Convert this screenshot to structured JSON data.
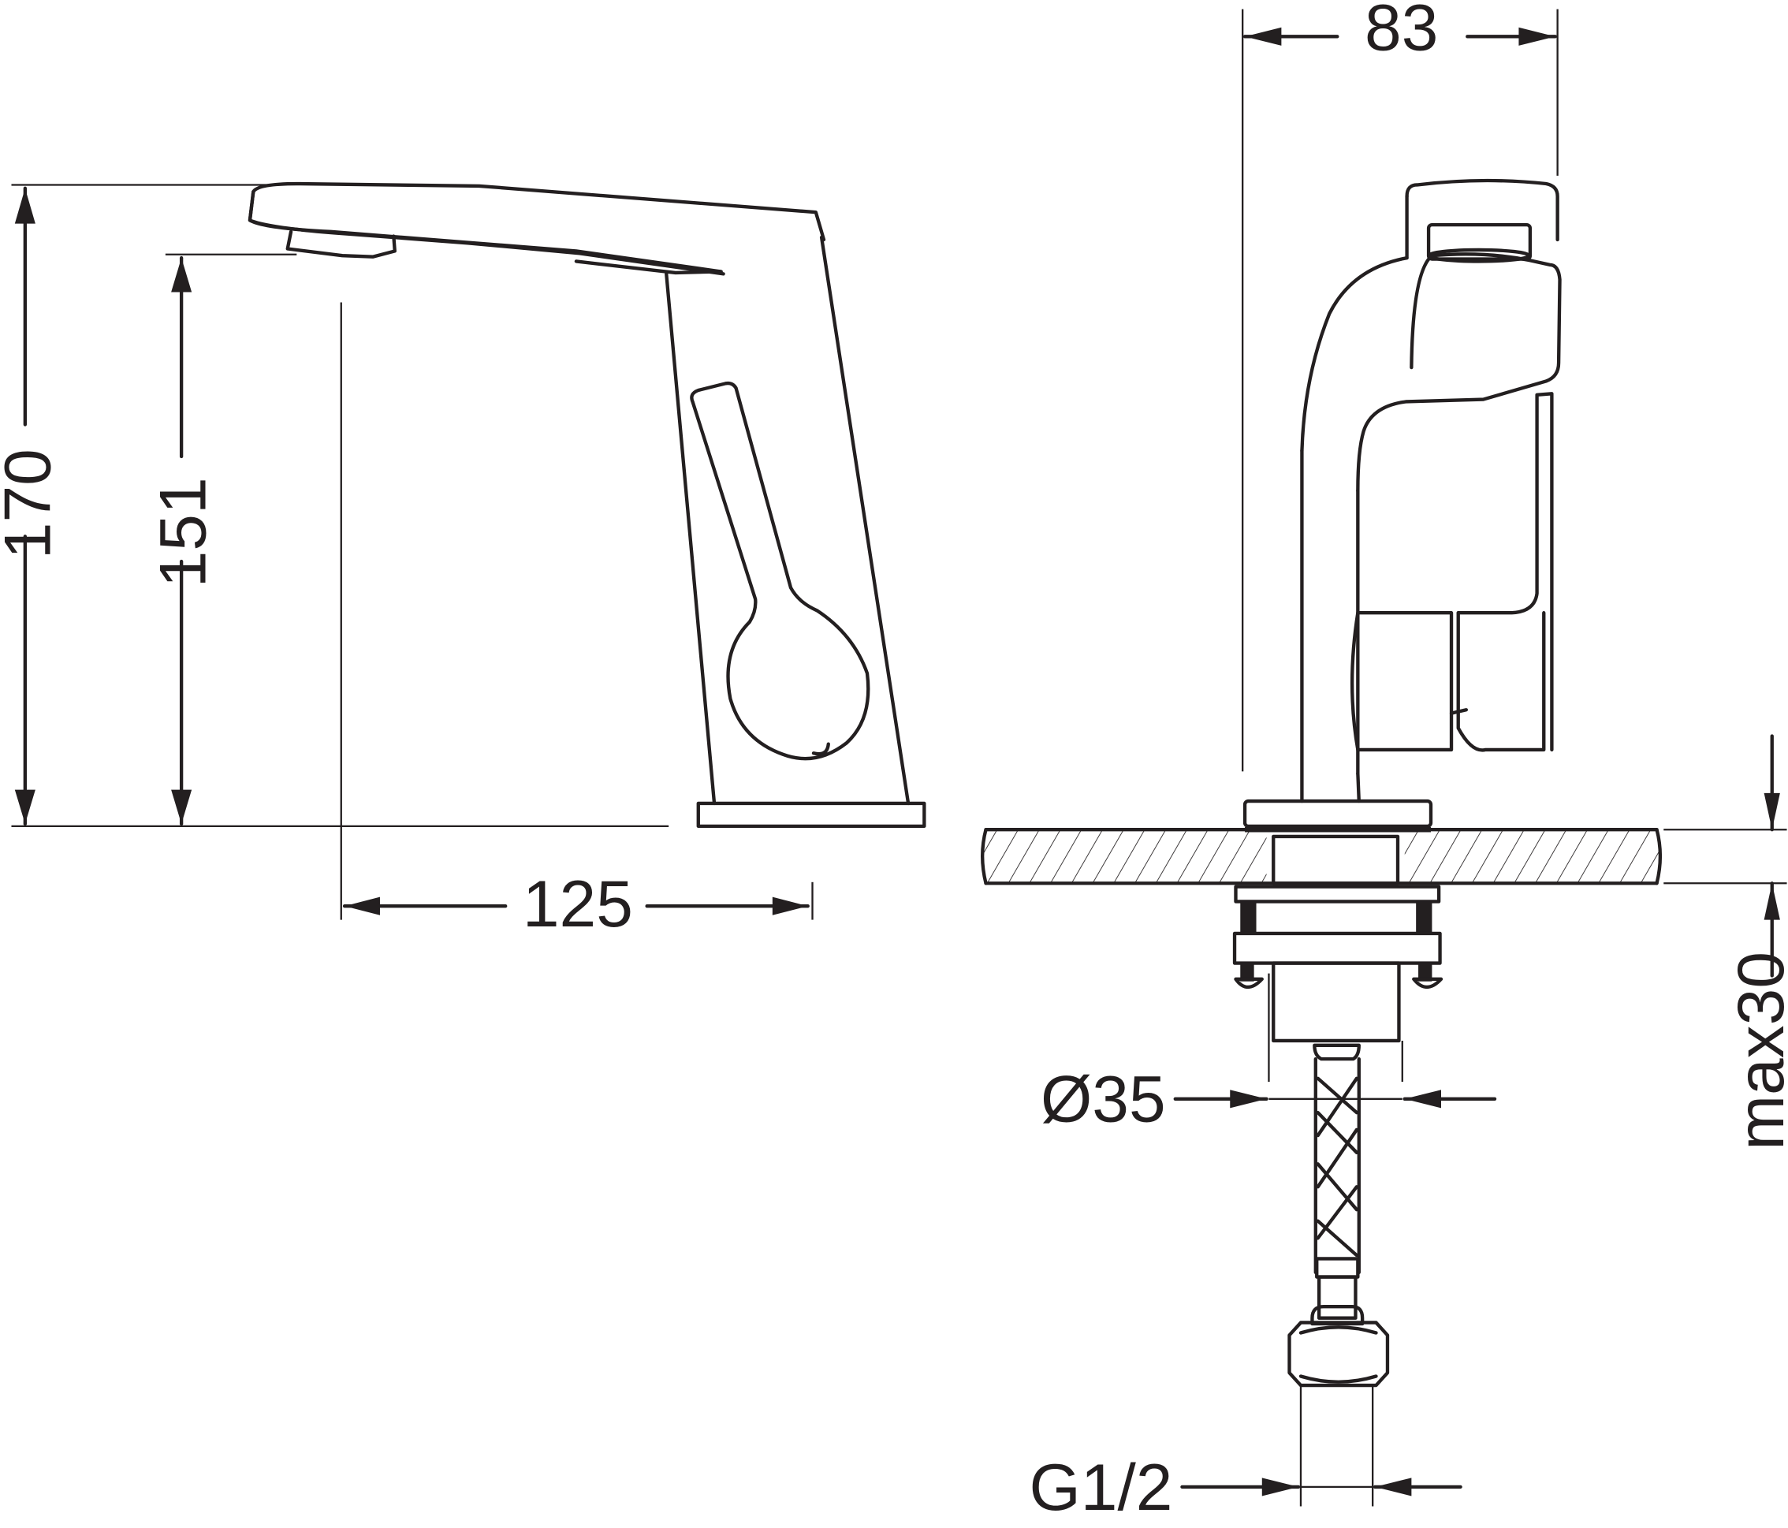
{
  "drawing": {
    "type": "technical dimension drawing",
    "subject": "single-lever basin mixer faucet",
    "line_color": "#231f20",
    "background": "#ffffff",
    "views": [
      {
        "name": "side-elevation",
        "dimensions": {
          "overall_height": "170",
          "spout_outlet_height": "151",
          "spout_reach": "125"
        }
      },
      {
        "name": "front-elevation-with-mounting",
        "dimensions": {
          "top_width": "83",
          "max_worktop_thickness": "max30",
          "mounting_hole_diameter": "Ø35",
          "connection_thread": "G1/2"
        }
      }
    ]
  }
}
